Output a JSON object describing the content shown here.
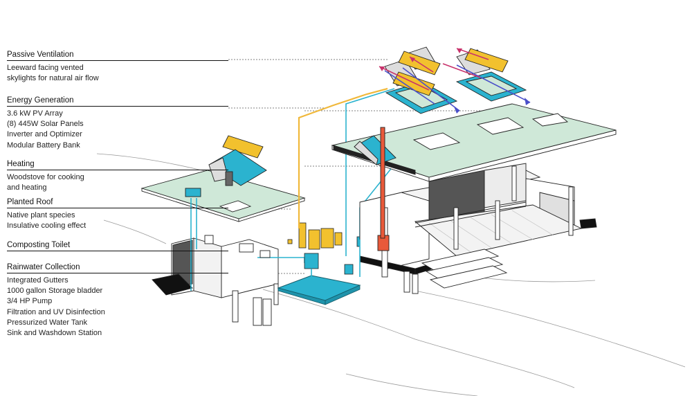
{
  "sections": [
    {
      "heading": "Passive Ventilation",
      "lines": [
        "Leeward facing vented",
        "skylights for natural air flow"
      ]
    },
    {
      "heading": "Energy Generation",
      "lines": [
        "3.6 kW PV Array",
        "(8) 445W Solar Panels",
        "Inverter and Optimizer",
        "Modular Battery Bank"
      ]
    },
    {
      "heading": "Heating",
      "lines": [
        "Woodstove for cooking",
        "and heating"
      ]
    },
    {
      "heading": "Planted Roof",
      "lines": [
        "Native plant species",
        "Insulative cooling effect"
      ]
    },
    {
      "heading": "Composting Toilet",
      "lines": []
    },
    {
      "heading": "Rainwater Collection",
      "lines": [
        "Integrated Gutters",
        "1000 gallon Storage bladder",
        "3/4 HP Pump",
        "Filtration and UV Disinfection",
        "Pressurized Water Tank",
        "Sink and Washdown Station"
      ]
    }
  ],
  "colors": {
    "solar_panel": "#f2c12e",
    "water": "#2bb3cf",
    "power_line": "#f0b83a",
    "stove": "#e8593a",
    "roof": "#cfe8d8",
    "vent_arrow_red": "#c8326b",
    "vent_arrow_blue": "#4a4fc9",
    "line": "#222222"
  }
}
